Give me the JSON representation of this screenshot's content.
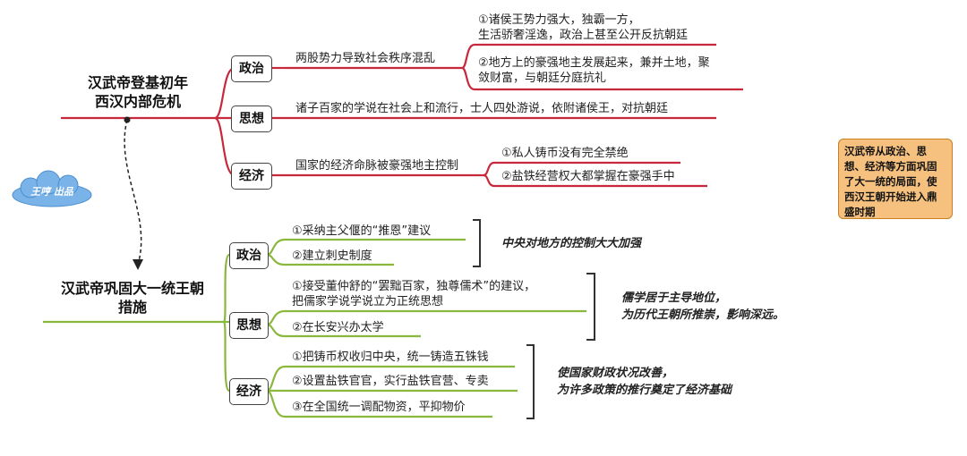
{
  "top": {
    "root_line1": "汉武帝登基初年",
    "root_line2": "西汉内部危机",
    "politics": {
      "label": "政治",
      "main": "两股势力导致社会秩序混乱",
      "sub1_line1": "①诸侯王势力强大，独霸一方，",
      "sub1_line2": "生活骄奢淫逸，政治上甚至公开反抗朝廷",
      "sub2_line1": "②地方上的豪强地主发展起来，兼并土地，聚",
      "sub2_line2": "敛财富，与朝廷分庭抗礼"
    },
    "thought": {
      "label": "思想",
      "main": "诸子百家的学说在社会上和流行，士人四处游说，依附诸侯王，对抗朝廷"
    },
    "economy": {
      "label": "经济",
      "main": "国家的经济命脉被豪强地主控制",
      "sub1": "①私人铸币没有完全禁绝",
      "sub2": "②盐铁经营权大都掌握在豪强手中"
    }
  },
  "watermark": "王哼 出品",
  "summary": "汉武帝从政治、思想、经济等方面巩固了大一统的局面，使西汉王朝开始进入鼎盛时期",
  "bottom": {
    "root_line1": "汉武帝巩固大一统王朝",
    "root_line2": "措施",
    "politics": {
      "label": "政治",
      "item1": "①采纳主父偃的“推恩”建议",
      "item2": "②建立刺史制度",
      "note": "中央对地方的控制大大加强"
    },
    "thought": {
      "label": "思想",
      "item1_line1": "①接受董仲舒的“罢黜百家，独尊儒术”的建议，",
      "item1_line2": "把儒家学说学说立为正统思想",
      "item2": "②在长安兴办太学",
      "note_line1": "儒学居于主导地位，",
      "note_line2": "为历代王朝所推崇，影响深远。"
    },
    "economy": {
      "label": "经济",
      "item1": "①把铸币权收归中央，统一铸造五铢钱",
      "item2": "②设置盐铁官官，实行盐铁官营、专卖",
      "item3": "③在全国统一调配物资，平抑物价",
      "note_line1": "使国家财政状况改善，",
      "note_line2": "为许多政策的推行奠定了经济基础"
    }
  },
  "colors": {
    "top_branch": "#c8283c",
    "bottom_branch": "#8ab83c",
    "summary_bg": "#f6c17e",
    "cloud": "#7ab3e8"
  }
}
